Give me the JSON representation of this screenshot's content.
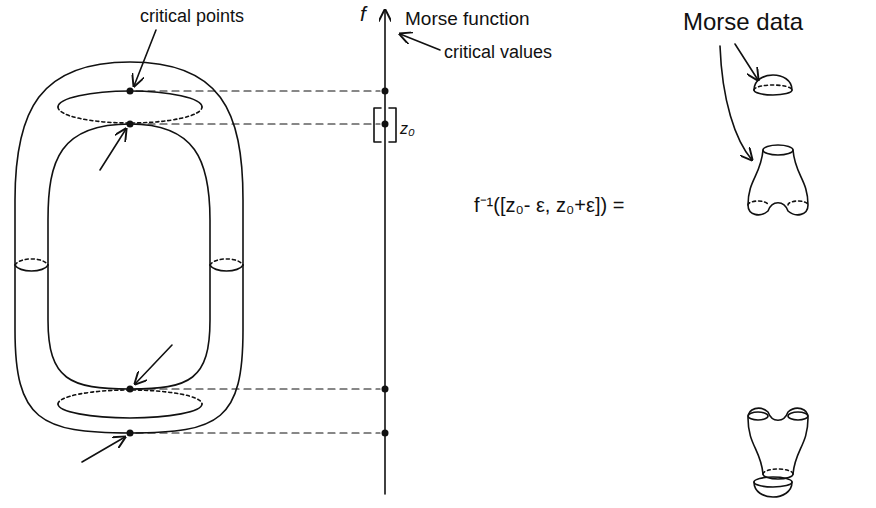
{
  "diagram": {
    "labels": [
      "critical points",
      "f",
      "Morse function",
      "critical values",
      "z₀",
      "Morse data",
      "f⁻¹([z₀- ε, z₀+ε]) ="
    ]
  }
}
